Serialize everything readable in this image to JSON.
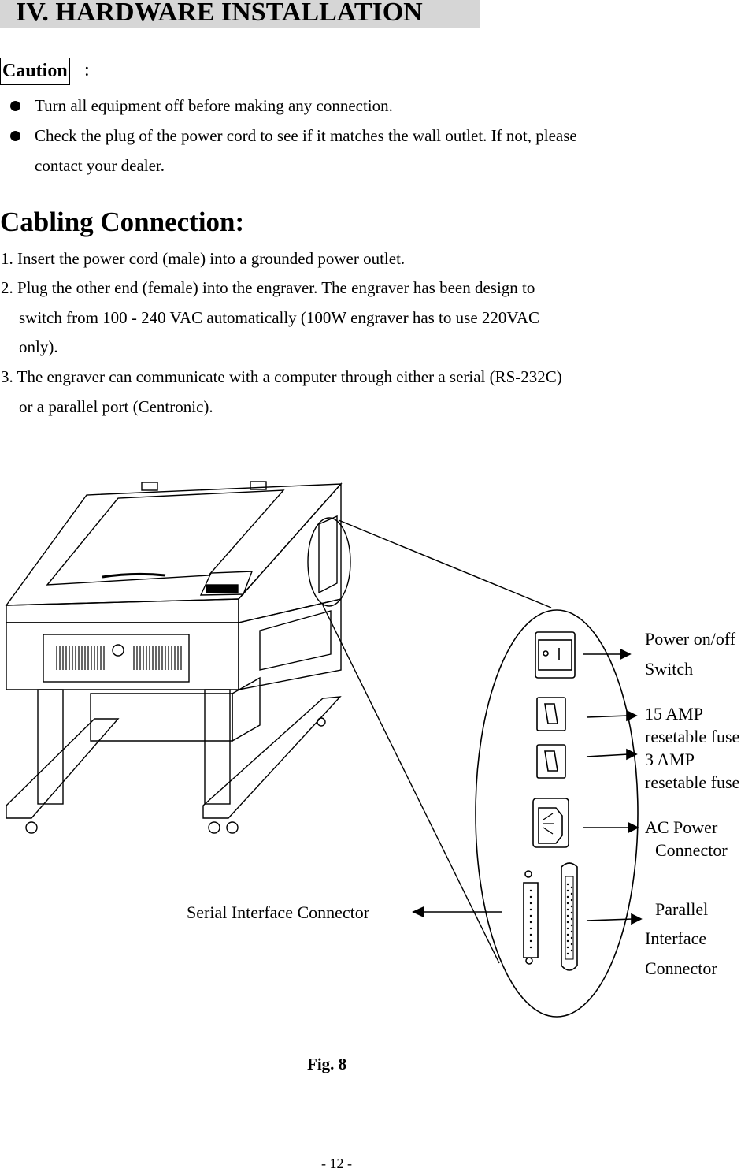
{
  "header": {
    "title": "IV. HARDWARE INSTALLATION"
  },
  "caution": {
    "label": "Caution",
    "colon": ":",
    "items": [
      "Turn all equipment off before making any connection.",
      "Check the plug of the power cord to see if it matches the wall outlet. If not, please",
      "contact your dealer."
    ]
  },
  "cabling": {
    "title": "Cabling Connection:",
    "lines": [
      "1. Insert the power cord (male) into a grounded power outlet.",
      "2. Plug the other end (female) into the engraver. The engraver has been design to",
      "switch from 100 - 240 VAC automatically (100W engraver has to use 220VAC",
      "only).",
      "3. The engraver can communicate with a computer through either a serial (RS-232C)",
      "or a parallel port (Centronic)."
    ]
  },
  "figure": {
    "labels": {
      "power_switch_1": "Power on/off",
      "power_switch_2": "Switch",
      "fuse15_1": "15 AMP",
      "fuse15_2": "resetable fuse",
      "fuse3_1": "3 AMP",
      "fuse3_2": "resetable fuse",
      "ac_1": "AC Power",
      "ac_2": "Connector",
      "parallel_1": "Parallel",
      "parallel_2": "Interface",
      "parallel_3": "Connector",
      "serial": "Serial Interface Connector"
    },
    "caption": "Fig. 8"
  },
  "footer": {
    "page": "- 12 -"
  }
}
